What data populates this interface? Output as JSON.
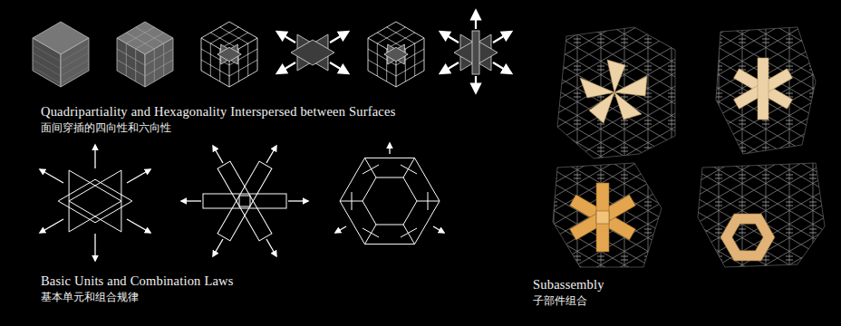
{
  "diagram": {
    "labels": [
      "Quadripartiality and Hexagonality Interspersed between Surfaces",
      "面间穿插的四向性和六向性",
      "Basic Units and Combination Laws",
      "基本单元和组合规律",
      "Subassembly",
      "子部件组合"
    ]
  }
}
